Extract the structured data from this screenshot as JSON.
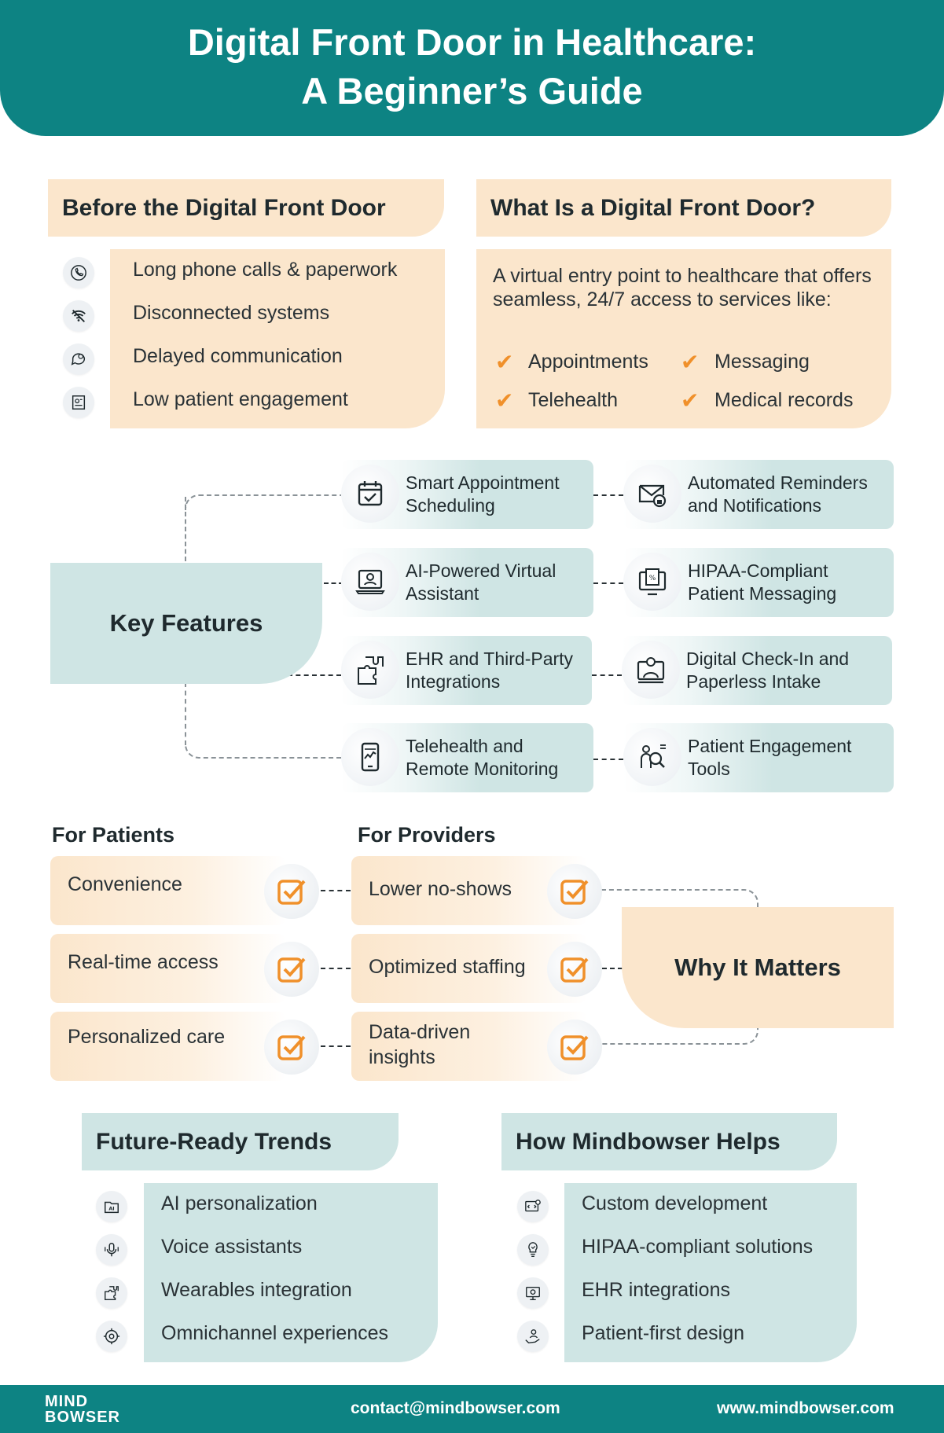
{
  "header": {
    "title_line1": "Digital Front Door in Healthcare:",
    "title_line2": "A Beginner’s Guide"
  },
  "before": {
    "title": "Before the Digital Front Door",
    "items": [
      {
        "label": "Long phone calls & paperwork",
        "icon": "phone-icon"
      },
      {
        "label": "Disconnected systems",
        "icon": "no-wifi-icon"
      },
      {
        "label": "Delayed communication",
        "icon": "chat-bubble-icon"
      },
      {
        "label": "Low patient engagement",
        "icon": "patient-card-icon"
      }
    ]
  },
  "what_is": {
    "title": "What Is a Digital Front Door?",
    "description": "A virtual entry point to healthcare that offers seamless, 24/7 access to services like:",
    "services": [
      "Appointments",
      "Messaging",
      "Telehealth",
      "Medical records"
    ]
  },
  "key_features": {
    "title": "Key Features",
    "items": [
      {
        "label_line1": "Smart Appointment",
        "label_line2": "Scheduling",
        "icon": "calendar-check-icon"
      },
      {
        "label_line1": "Automated Reminders",
        "label_line2": "and Notifications",
        "icon": "envelope-lock-icon"
      },
      {
        "label_line1": "AI-Powered Virtual",
        "label_line2": "Assistant",
        "icon": "virtual-assistant-icon"
      },
      {
        "label_line1": "HIPAA-Compliant",
        "label_line2": "Patient Messaging",
        "icon": "secure-message-icon"
      },
      {
        "label_line1": "EHR and Third-Party",
        "label_line2": "Integrations",
        "icon": "puzzle-integration-icon"
      },
      {
        "label_line1": "Digital Check-In and",
        "label_line2": "Paperless Intake",
        "icon": "doctor-screen-icon"
      },
      {
        "label_line1": "Telehealth and",
        "label_line2": "Remote Monitoring",
        "icon": "mobile-monitor-icon"
      },
      {
        "label_line1": "Patient Engagement",
        "label_line2": "Tools",
        "icon": "engagement-search-icon"
      }
    ]
  },
  "why_it_matters": {
    "title": "Why It Matters",
    "patients_title": "For Patients",
    "providers_title": "For Providers",
    "patients": [
      "Convenience",
      "Real-time access",
      "Personalized care"
    ],
    "providers": [
      "Lower no-shows",
      "Optimized staffing",
      "Data-driven insights"
    ],
    "accent_color": "#f0902a"
  },
  "trends": {
    "title": "Future-Ready Trends",
    "items": [
      {
        "label": "AI personalization",
        "icon": "ai-folder-icon"
      },
      {
        "label": "Voice assistants",
        "icon": "microphone-icon"
      },
      {
        "label": "Wearables integration",
        "icon": "wearable-puzzle-icon"
      },
      {
        "label": "Omnichannel experiences",
        "icon": "omnichannel-icon"
      }
    ]
  },
  "helps": {
    "title": "How Mindbowser Helps",
    "items": [
      {
        "label": "Custom development",
        "icon": "code-gear-icon"
      },
      {
        "label": "HIPAA-compliant solutions",
        "icon": "shield-lightbulb-icon"
      },
      {
        "label": "EHR integrations",
        "icon": "settings-screen-icon"
      },
      {
        "label": "Patient-first design",
        "icon": "caring-hand-icon"
      }
    ]
  },
  "footer": {
    "logo_line1": "MIND",
    "logo_line2": "BOWSER",
    "email": "contact@mindbowser.com",
    "website": "www.mindbowser.com"
  },
  "colors": {
    "teal": "#0d8383",
    "peach": "#fbe6cc",
    "light_teal": "#cfe5e4",
    "orange": "#f0902a"
  }
}
